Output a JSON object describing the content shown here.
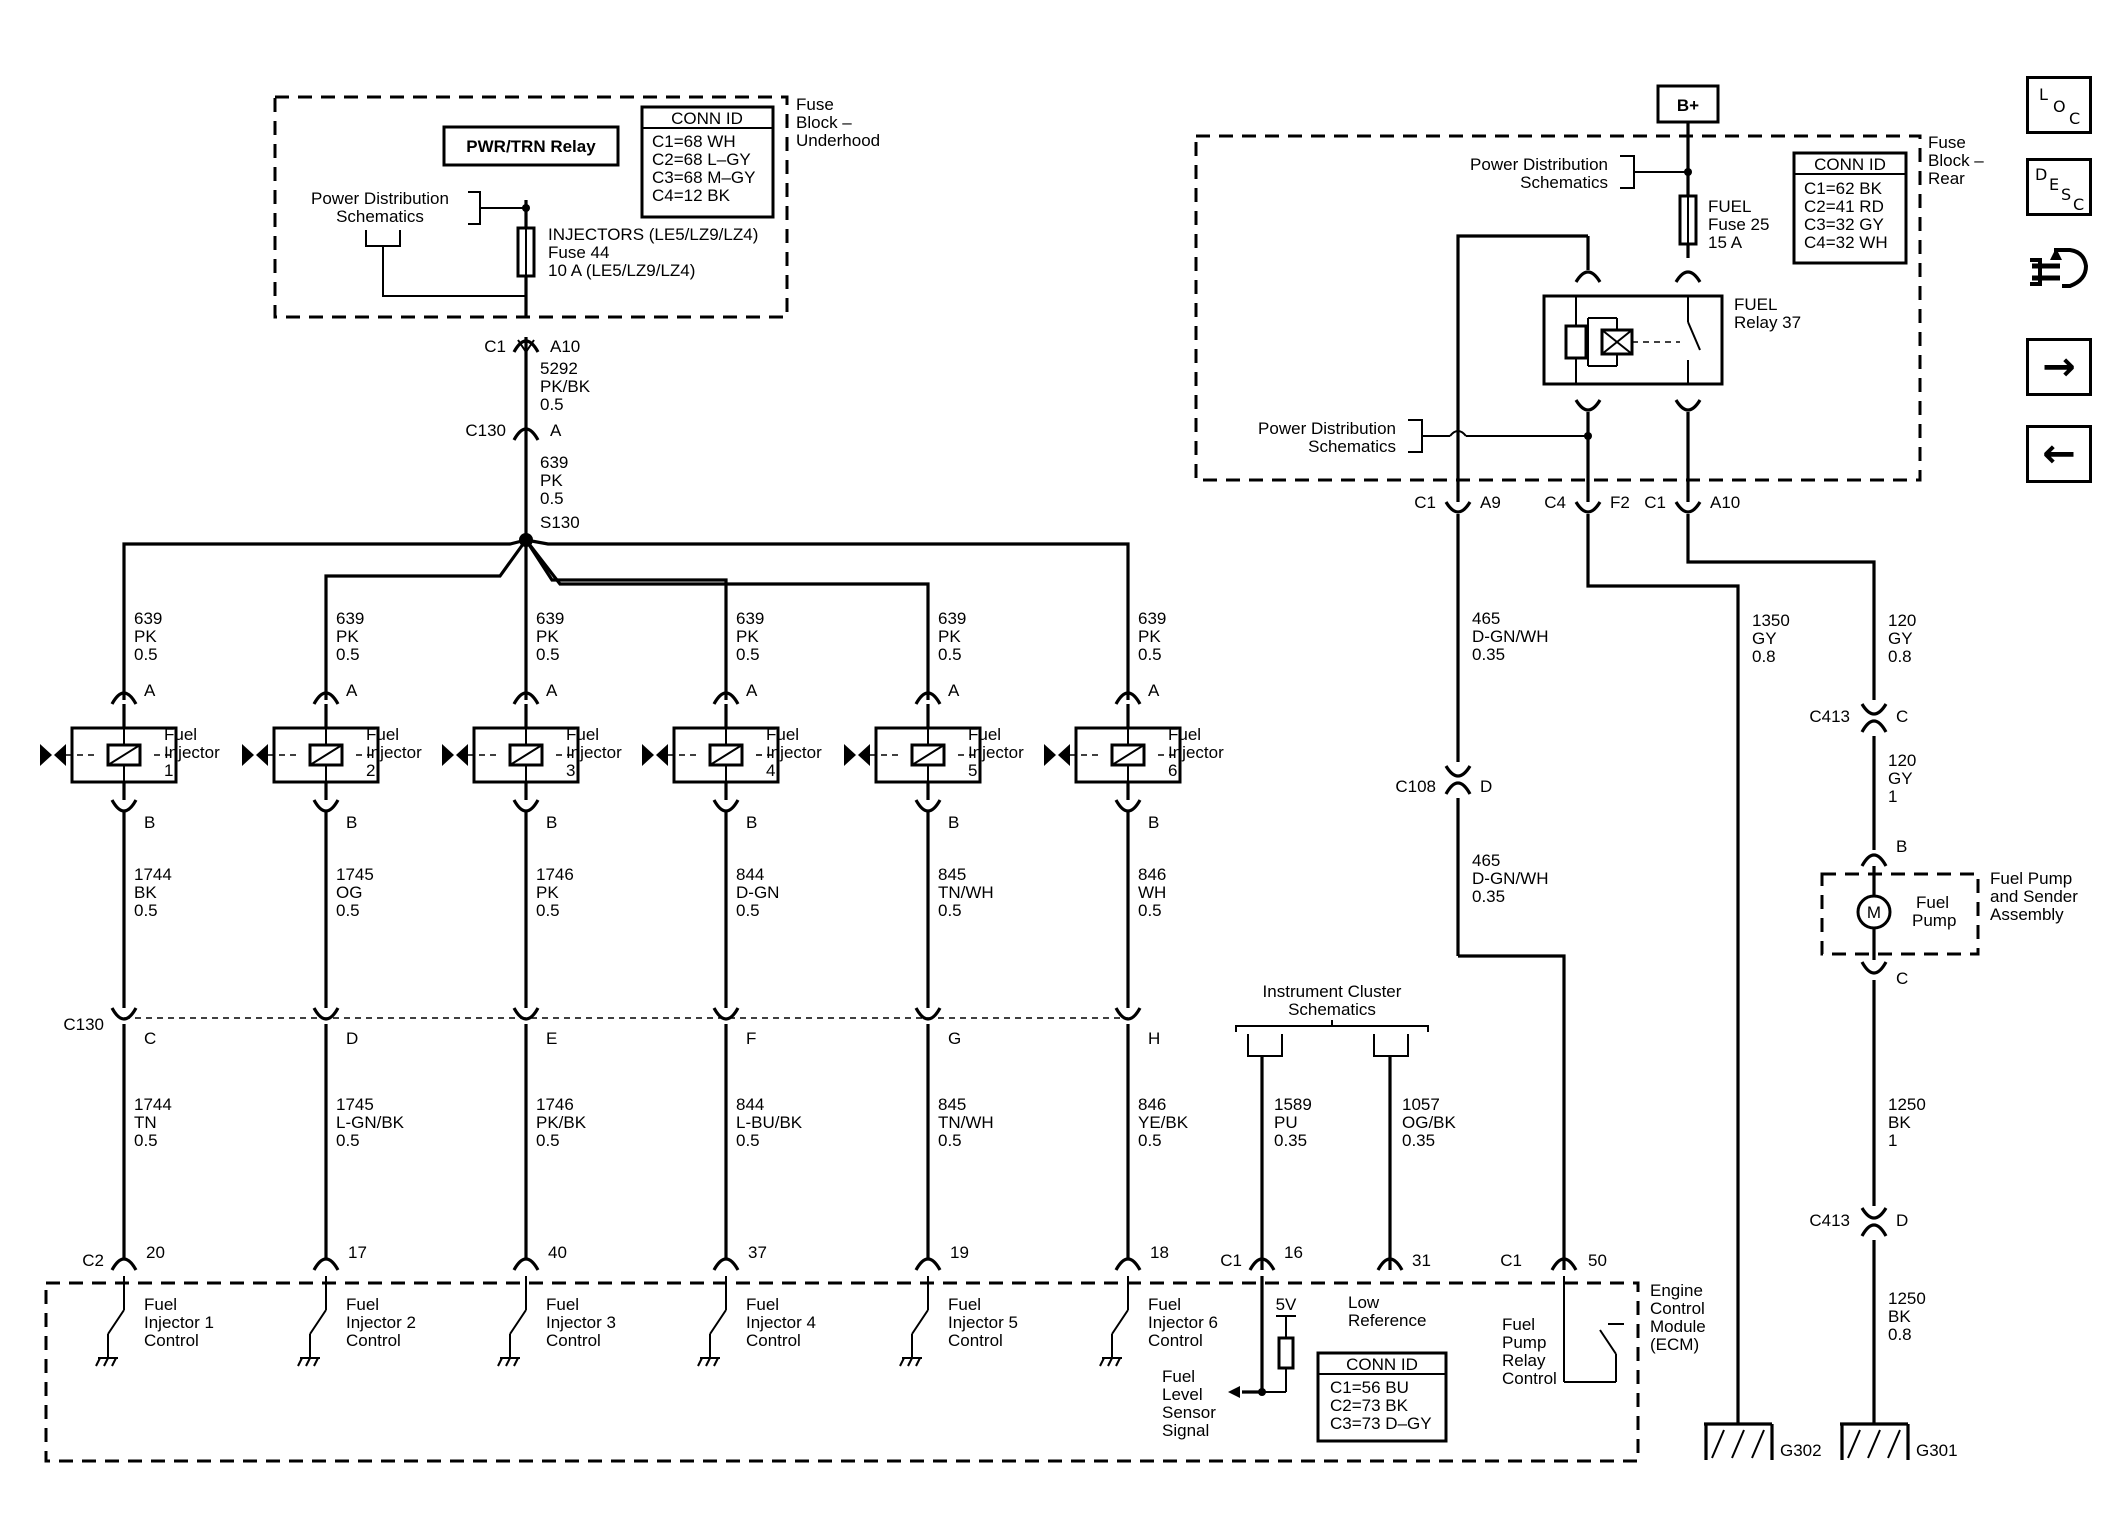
{
  "nav": {
    "loc": {
      "l1": "L",
      "l2": "O",
      "l3": "C"
    },
    "desc": {
      "l1": "D",
      "l2": "E",
      "l3": "S",
      "l4": "C"
    },
    "next_arrow": "→",
    "prev_arrow": "←"
  },
  "fuse_block_underhood": {
    "title": [
      "Fuse",
      "Block –",
      "Underhood"
    ],
    "relay": "PWR/TRN Relay",
    "conn_id": {
      "title": "CONN ID",
      "lines": [
        "C1=68 WH",
        "C2=68 L–GY",
        "C3=68 M–GY",
        "C4=12 BK"
      ]
    },
    "pds": [
      "Power Distribution",
      "Schematics"
    ],
    "fuse": [
      "INJECTORS (LE5/LZ9/LZ4)",
      "Fuse 44",
      "10 A (LE5/LZ9/LZ4)"
    ],
    "conn_left": "C1",
    "conn_right": "A10"
  },
  "feed": {
    "w1": [
      "5292",
      "PK/BK",
      "0.5"
    ],
    "c130": "C130",
    "c130_pin": "A",
    "w2": [
      "639",
      "PK",
      "0.5"
    ],
    "splice": "S130"
  },
  "injectors": [
    {
      "feed": [
        "639",
        "PK",
        "0.5"
      ],
      "pin_a": "A",
      "pin_b": "B",
      "label": [
        "Fuel",
        "Injector",
        "1"
      ],
      "w_low": [
        "1744",
        "BK",
        "0.5"
      ],
      "c130_pin": "C",
      "w_ecm": [
        "1744",
        "TN",
        "0.5"
      ],
      "ecm_pin": "20",
      "control": [
        "Fuel",
        "Injector 1",
        "Control"
      ]
    },
    {
      "feed": [
        "639",
        "PK",
        "0.5"
      ],
      "pin_a": "A",
      "pin_b": "B",
      "label": [
        "Fuel",
        "Injector",
        "2"
      ],
      "w_low": [
        "1745",
        "OG",
        "0.5"
      ],
      "c130_pin": "D",
      "w_ecm": [
        "1745",
        "L-GN/BK",
        "0.5"
      ],
      "ecm_pin": "17",
      "control": [
        "Fuel",
        "Injector 2",
        "Control"
      ]
    },
    {
      "feed": [
        "639",
        "PK",
        "0.5"
      ],
      "pin_a": "A",
      "pin_b": "B",
      "label": [
        "Fuel",
        "Injector",
        "3"
      ],
      "w_low": [
        "1746",
        "PK",
        "0.5"
      ],
      "c130_pin": "E",
      "w_ecm": [
        "1746",
        "PK/BK",
        "0.5"
      ],
      "ecm_pin": "40",
      "control": [
        "Fuel",
        "Injector 3",
        "Control"
      ]
    },
    {
      "feed": [
        "639",
        "PK",
        "0.5"
      ],
      "pin_a": "A",
      "pin_b": "B",
      "label": [
        "Fuel",
        "Injector",
        "4"
      ],
      "w_low": [
        "844",
        "D-GN",
        "0.5"
      ],
      "c130_pin": "F",
      "w_ecm": [
        "844",
        "L-BU/BK",
        "0.5"
      ],
      "ecm_pin": "37",
      "control": [
        "Fuel",
        "Injector 4",
        "Control"
      ]
    },
    {
      "feed": [
        "639",
        "PK",
        "0.5"
      ],
      "pin_a": "A",
      "pin_b": "B",
      "label": [
        "Fuel",
        "Injector",
        "5"
      ],
      "w_low": [
        "845",
        "TN/WH",
        "0.5"
      ],
      "c130_pin": "G",
      "w_ecm": [
        "845",
        "TN/WH",
        "0.5"
      ],
      "ecm_pin": "19",
      "control": [
        "Fuel",
        "Injector 5",
        "Control"
      ]
    },
    {
      "feed": [
        "639",
        "PK",
        "0.5"
      ],
      "pin_a": "A",
      "pin_b": "B",
      "label": [
        "Fuel",
        "Injector",
        "6"
      ],
      "w_low": [
        "846",
        "WH",
        "0.5"
      ],
      "c130_pin": "H",
      "w_ecm": [
        "846",
        "YE/BK",
        "0.5"
      ],
      "ecm_pin": "18",
      "control": [
        "Fuel",
        "Injector 6",
        "Control"
      ]
    }
  ],
  "c130_lower": "C130",
  "c2_label": "C2",
  "instrument_cluster": {
    "title": [
      "Instrument Cluster",
      "Schematics"
    ],
    "w1": [
      "1589",
      "PU",
      "0.35"
    ],
    "w2": [
      "1057",
      "OG/BK",
      "0.35"
    ],
    "c1": "C1",
    "pin1": "16",
    "pin2": "31"
  },
  "ecm": {
    "title": [
      "Engine",
      "Control",
      "Module",
      "(ECM)"
    ],
    "v5": "5V",
    "low_ref": [
      "Low",
      "Reference"
    ],
    "fuel_level": [
      "Fuel",
      "Level",
      "Sensor",
      "Signal"
    ],
    "conn_id": {
      "title": "CONN ID",
      "lines": [
        "C1=56 BU",
        "C2=73 BK",
        "C3=73 D–GY"
      ]
    },
    "pump_relay_control": [
      "Fuel",
      "Pump",
      "Relay",
      "Control"
    ],
    "relay_c1": "C1",
    "relay_pin": "50"
  },
  "fuse_block_rear": {
    "title": [
      "Fuse",
      "Block –",
      "Rear"
    ],
    "bplus": "B+",
    "pds_top": [
      "Power Distribution",
      "Schematics"
    ],
    "pds_bottom": [
      "Power Distribution",
      "Schematics"
    ],
    "fuse": [
      "FUEL",
      "Fuse 25",
      "15 A"
    ],
    "relay": [
      "FUEL",
      "Relay 37"
    ],
    "conn_id": {
      "title": "CONN ID",
      "lines": [
        "C1=62 BK",
        "C2=41 RD",
        "C3=32 GY",
        "C4=32 WH"
      ]
    },
    "c_a9": [
      "C1",
      "A9"
    ],
    "c_f2": [
      "C4",
      "F2"
    ],
    "c_a10": [
      "C1",
      "A10"
    ]
  },
  "right_wires": {
    "w465a": [
      "465",
      "D-GN/WH",
      "0.35"
    ],
    "c108": "C108",
    "c108_pin": "D",
    "w465b": [
      "465",
      "D-GN/WH",
      "0.35"
    ],
    "w1350": [
      "1350",
      "GY",
      "0.8"
    ],
    "w120a": [
      "120",
      "GY",
      "0.8"
    ],
    "c413": "C413",
    "c413_pin_c": "C",
    "w120b": [
      "120",
      "GY",
      "1"
    ],
    "pump_pin_b": "B",
    "pump_label": [
      "Fuel",
      "Pump"
    ],
    "pump_motor": "M",
    "pump_assembly": [
      "Fuel Pump",
      "and Sender",
      "Assembly"
    ],
    "pump_pin_c": "C",
    "w1250a": [
      "1250",
      "BK",
      "1"
    ],
    "c413b": "C413",
    "c413_pin_d": "D",
    "w1250b": [
      "1250",
      "BK",
      "0.8"
    ],
    "g302": "G302",
    "g301": "G301"
  }
}
